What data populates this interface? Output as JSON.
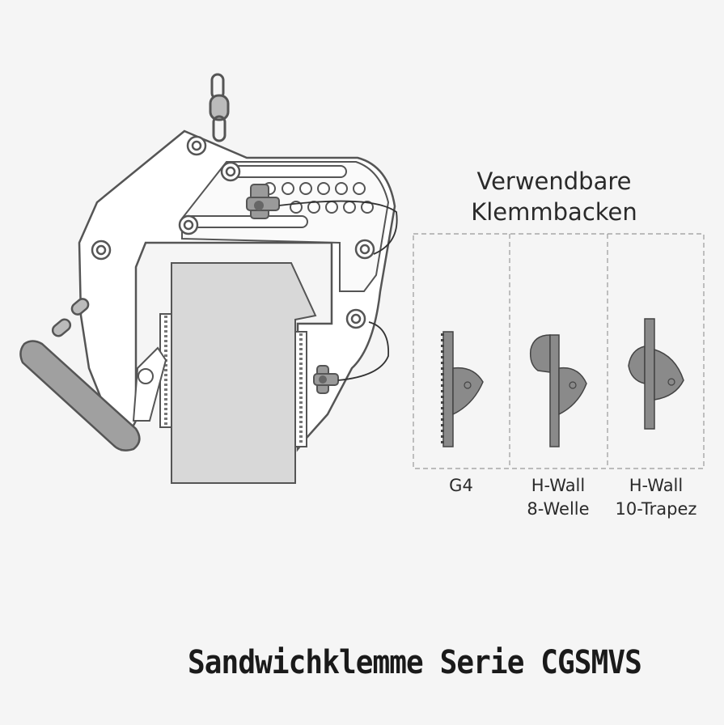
{
  "heading": {
    "line1": "Verwendbare",
    "line2": "Klemmbacken"
  },
  "jaws": [
    {
      "label_line1": "G4",
      "label_line2": ""
    },
    {
      "label_line1": "H-Wall",
      "label_line2": "8-Welle"
    },
    {
      "label_line1": "H-Wall",
      "label_line2": "10-Trapez"
    }
  ],
  "title": "Sandwichklemme Serie CGSMVS",
  "colors": {
    "background": "#f5f5f5",
    "plate_fill": "#ffffff",
    "outline": "#555555",
    "jaw_fill": "#8a8a8a",
    "panel_fill": "#d8d8d8"
  }
}
